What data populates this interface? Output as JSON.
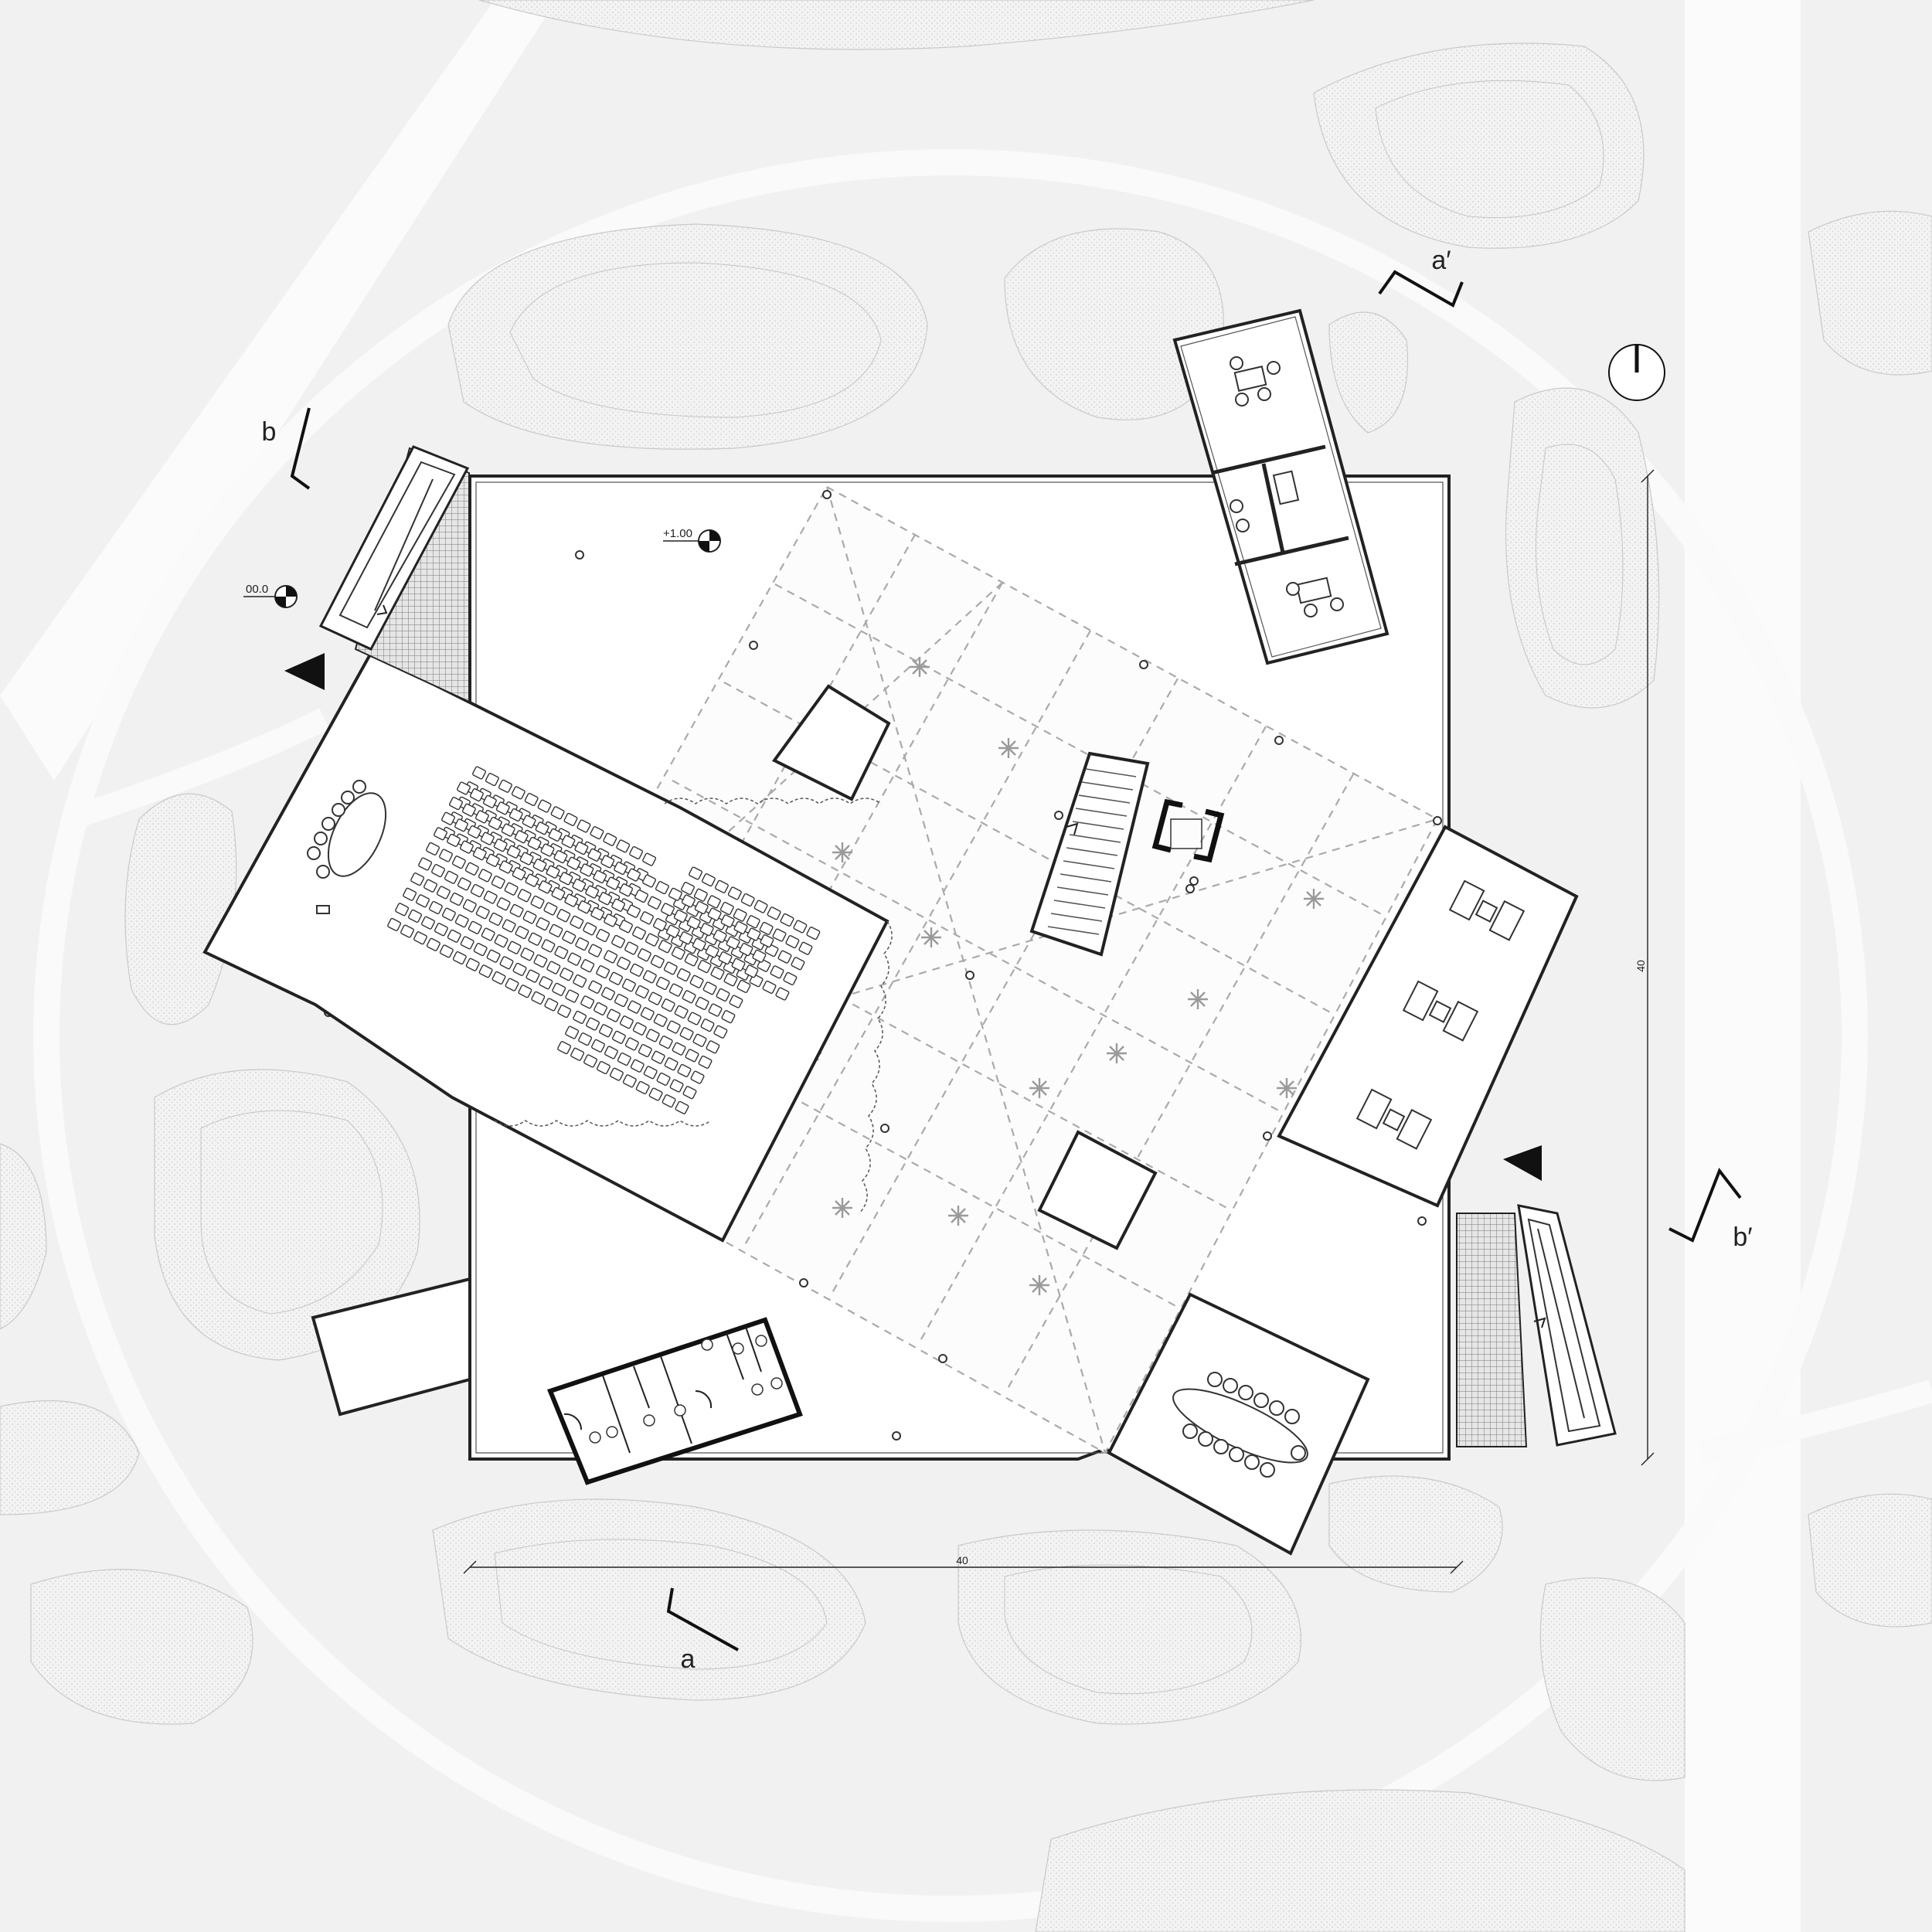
{
  "section_markers": {
    "a": "a",
    "a_prime": "a′",
    "b": "b",
    "b_prime": "b′"
  },
  "levels": {
    "upper": "+1.00",
    "ground": "00.0"
  },
  "dimensions": {
    "horizontal": "40",
    "vertical": "40"
  },
  "icons": [
    "north-arrow-icon",
    "entrance-arrow-icon",
    "level-marker-icon",
    "section-cut-icon"
  ]
}
